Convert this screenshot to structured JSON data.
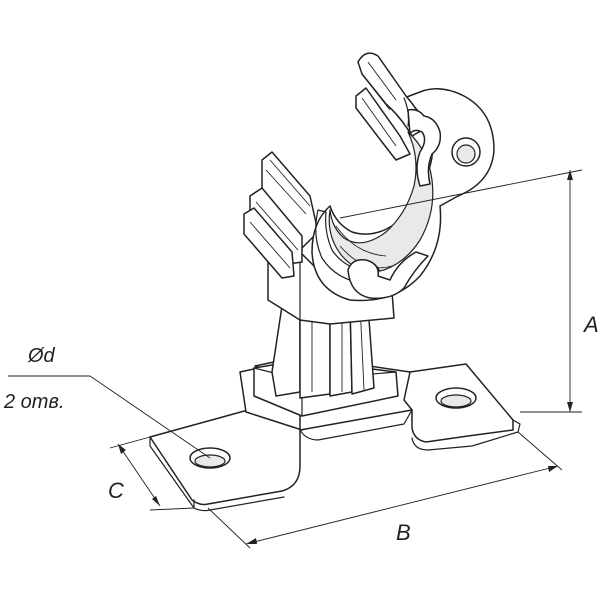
{
  "drawing": {
    "stroke_color": "#222222",
    "background": "#ffffff"
  },
  "labels": {
    "dim_a": "A",
    "dim_b": "B",
    "dim_c": "C",
    "hole_diameter": "Ød",
    "hole_count": "2 отв."
  }
}
